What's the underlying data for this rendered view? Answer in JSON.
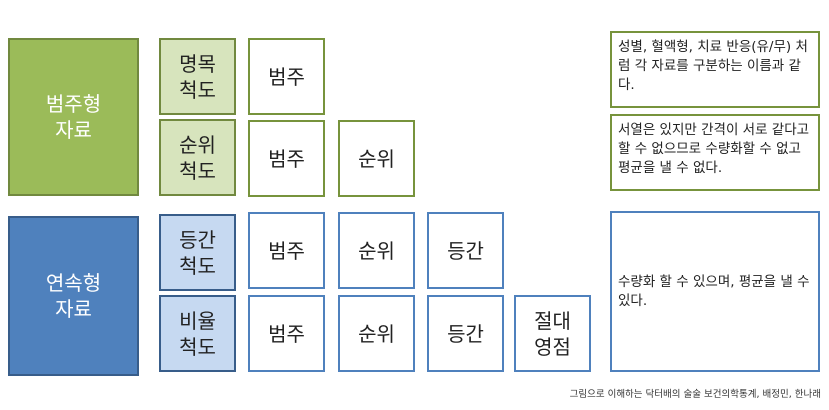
{
  "groups": [
    {
      "label": "범주형\n자료",
      "color": "green"
    },
    {
      "label": "연속형\n자료",
      "color": "blue"
    }
  ],
  "scales": [
    {
      "label": "명목\n척도",
      "cells": [
        "범주"
      ]
    },
    {
      "label": "순위\n척도",
      "cells": [
        "범주",
        "순위"
      ]
    },
    {
      "label": "등간\n척도",
      "cells": [
        "범주",
        "순위",
        "등간"
      ]
    },
    {
      "label": "비율\n척도",
      "cells": [
        "범주",
        "순위",
        "등간",
        "절대\n영점"
      ]
    }
  ],
  "notes": [
    "성별, 혈액형, 치료 반응(유/무) 처럼 각 자료를 구분하는 이름과 같다.",
    "서열은 있지만 간격이 서로 같다고 할 수 없으므로 수량화할 수 없고 평균을 낼 수 없다.",
    "수량화 할 수 있으며, 평균을 낼 수 있다."
  ],
  "caption": "그림으로 이해하는 닥터배의 술술 보건의학통계, 배정민, 한나래",
  "colors": {
    "green_fill": "#9bbb59",
    "green_light": "#d7e4bd",
    "green_border": "#77933c",
    "blue_fill": "#4f81bd",
    "blue_light": "#c6d9f1",
    "blue_border": "#4f81bd"
  }
}
